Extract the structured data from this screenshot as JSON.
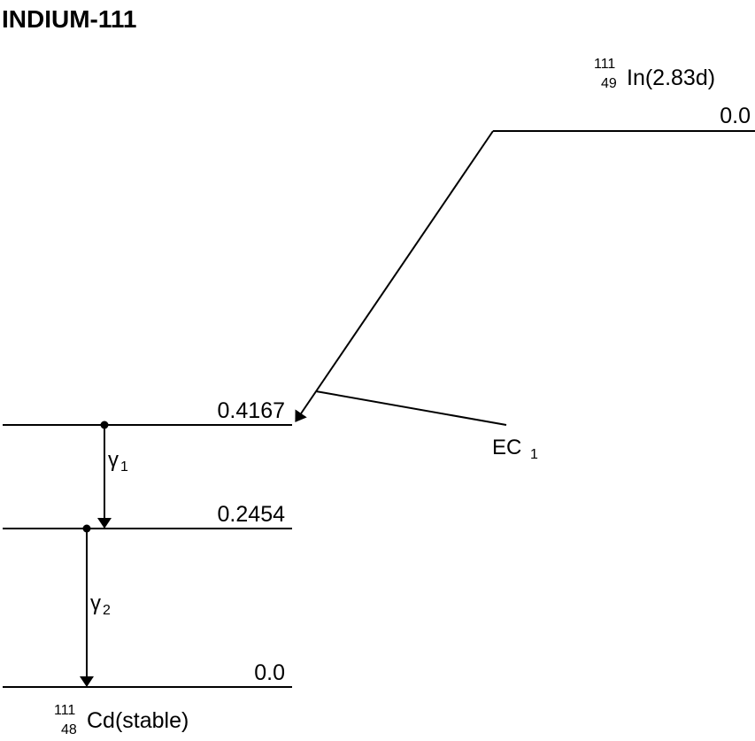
{
  "title": "INDIUM-111",
  "parent": {
    "mass_number": "111",
    "atomic_number": "49",
    "label": "In(2.83d)",
    "level": "0.0"
  },
  "daughter": {
    "mass_number": "111",
    "atomic_number": "48",
    "label": "Cd(stable)"
  },
  "levels": [
    {
      "energy": "0.4167"
    },
    {
      "energy": "0.2454"
    },
    {
      "energy": "0.0"
    }
  ],
  "decay": {
    "ec_label": "EC",
    "ec_sub": "1"
  },
  "gammas": [
    {
      "symbol": "γ",
      "sub": "1"
    },
    {
      "symbol": "γ",
      "sub": "2"
    }
  ]
}
